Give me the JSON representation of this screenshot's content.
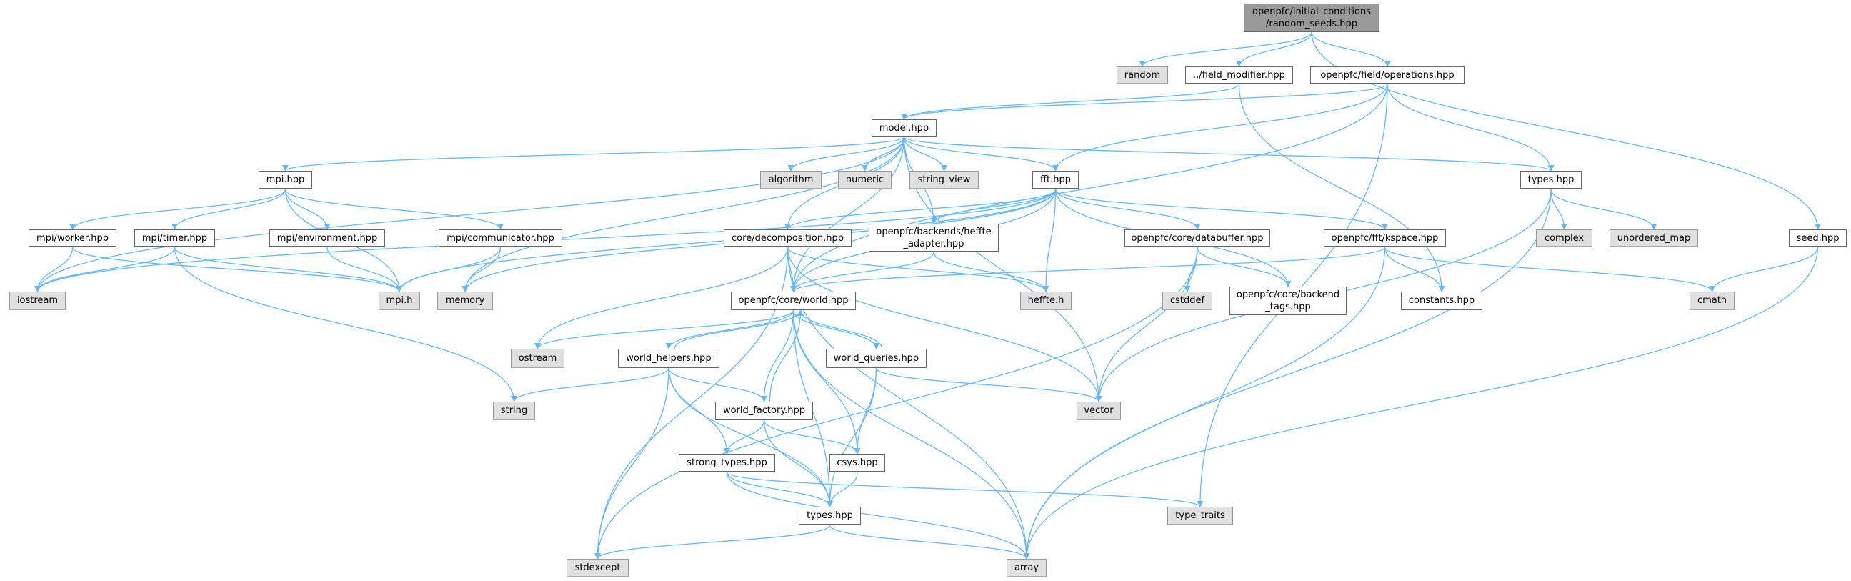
{
  "title": "openpfc/initial_conditions/random_seeds.hpp include dependency graph",
  "colors": {
    "edge": "#63b8ff",
    "root_fill": "#999999",
    "external_fill": "#e0e0e0",
    "local_fill": "#ffffff"
  },
  "nodes": [
    {
      "id": "root",
      "label": "openpfc/initial_conditions\n/random_seeds.hpp",
      "kind": "root"
    },
    {
      "id": "random",
      "label": "random",
      "kind": "external"
    },
    {
      "id": "field_modifier",
      "label": "../field_modifier.hpp",
      "kind": "local"
    },
    {
      "id": "operations",
      "label": "openpfc/field/operations.hpp",
      "kind": "local"
    },
    {
      "id": "model",
      "label": "model.hpp",
      "kind": "local"
    },
    {
      "id": "mpi_hpp",
      "label": "mpi.hpp",
      "kind": "local"
    },
    {
      "id": "algorithm",
      "label": "algorithm",
      "kind": "external"
    },
    {
      "id": "numeric",
      "label": "numeric",
      "kind": "external"
    },
    {
      "id": "string_view",
      "label": "string_view",
      "kind": "external"
    },
    {
      "id": "fft",
      "label": "fft.hpp",
      "kind": "local"
    },
    {
      "id": "types_top",
      "label": "types.hpp",
      "kind": "local"
    },
    {
      "id": "seed",
      "label": "seed.hpp",
      "kind": "local"
    },
    {
      "id": "worker",
      "label": "mpi/worker.hpp",
      "kind": "local"
    },
    {
      "id": "timer",
      "label": "mpi/timer.hpp",
      "kind": "local"
    },
    {
      "id": "environment",
      "label": "mpi/environment.hpp",
      "kind": "local"
    },
    {
      "id": "communicator",
      "label": "mpi/communicator.hpp",
      "kind": "local"
    },
    {
      "id": "decomposition",
      "label": "core/decomposition.hpp",
      "kind": "local"
    },
    {
      "id": "heffte_adapter",
      "label": "openpfc/backends/heffte\n_adapter.hpp",
      "kind": "local"
    },
    {
      "id": "databuffer",
      "label": "openpfc/core/databuffer.hpp",
      "kind": "local"
    },
    {
      "id": "kspace",
      "label": "openpfc/fft/kspace.hpp",
      "kind": "local"
    },
    {
      "id": "complex",
      "label": "complex",
      "kind": "external"
    },
    {
      "id": "unordered_map",
      "label": "unordered_map",
      "kind": "external"
    },
    {
      "id": "iostream",
      "label": "iostream",
      "kind": "external"
    },
    {
      "id": "mpi_h",
      "label": "mpi.h",
      "kind": "external"
    },
    {
      "id": "memory",
      "label": "memory",
      "kind": "external"
    },
    {
      "id": "world",
      "label": "openpfc/core/world.hpp",
      "kind": "local"
    },
    {
      "id": "heffte_h",
      "label": "heffte.h",
      "kind": "external"
    },
    {
      "id": "cstddef",
      "label": "cstddef",
      "kind": "external"
    },
    {
      "id": "backend_tags",
      "label": "openpfc/core/backend\n_tags.hpp",
      "kind": "local"
    },
    {
      "id": "constants",
      "label": "constants.hpp",
      "kind": "local"
    },
    {
      "id": "cmath",
      "label": "cmath",
      "kind": "external"
    },
    {
      "id": "ostream",
      "label": "ostream",
      "kind": "external"
    },
    {
      "id": "world_helpers",
      "label": "world_helpers.hpp",
      "kind": "local"
    },
    {
      "id": "world_queries",
      "label": "world_queries.hpp",
      "kind": "local"
    },
    {
      "id": "string",
      "label": "string",
      "kind": "external"
    },
    {
      "id": "world_factory",
      "label": "world_factory.hpp",
      "kind": "local"
    },
    {
      "id": "vector",
      "label": "vector",
      "kind": "external"
    },
    {
      "id": "strong_types",
      "label": "strong_types.hpp",
      "kind": "local"
    },
    {
      "id": "csys",
      "label": "csys.hpp",
      "kind": "local"
    },
    {
      "id": "types_bot",
      "label": "types.hpp",
      "kind": "local"
    },
    {
      "id": "type_traits",
      "label": "type_traits",
      "kind": "external"
    },
    {
      "id": "stdexcept",
      "label": "stdexcept",
      "kind": "external"
    },
    {
      "id": "array",
      "label": "array",
      "kind": "external"
    }
  ],
  "edges": [
    [
      "root",
      "random"
    ],
    [
      "root",
      "field_modifier"
    ],
    [
      "root",
      "operations"
    ],
    [
      "root",
      "seed"
    ],
    [
      "field_modifier",
      "model"
    ],
    [
      "field_modifier",
      "constants"
    ],
    [
      "operations",
      "model"
    ],
    [
      "operations",
      "world"
    ],
    [
      "operations",
      "fft"
    ],
    [
      "operations",
      "types_top"
    ],
    [
      "operations",
      "type_traits"
    ],
    [
      "model",
      "mpi_hpp"
    ],
    [
      "model",
      "iostream"
    ],
    [
      "model",
      "memory"
    ],
    [
      "model",
      "algorithm"
    ],
    [
      "model",
      "numeric"
    ],
    [
      "model",
      "string_view"
    ],
    [
      "model",
      "fft"
    ],
    [
      "model",
      "types_top"
    ],
    [
      "model",
      "decomposition"
    ],
    [
      "model",
      "heffte_adapter"
    ],
    [
      "model",
      "world"
    ],
    [
      "model",
      "vector"
    ],
    [
      "mpi_hpp",
      "worker"
    ],
    [
      "mpi_hpp",
      "timer"
    ],
    [
      "mpi_hpp",
      "environment"
    ],
    [
      "mpi_hpp",
      "communicator"
    ],
    [
      "mpi_hpp",
      "mpi_h"
    ],
    [
      "fft",
      "iostream"
    ],
    [
      "fft",
      "mpi_h"
    ],
    [
      "fft",
      "memory"
    ],
    [
      "fft",
      "decomposition"
    ],
    [
      "fft",
      "heffte_adapter"
    ],
    [
      "fft",
      "databuffer"
    ],
    [
      "fft",
      "kspace"
    ],
    [
      "fft",
      "heffte_h"
    ],
    [
      "fft",
      "world"
    ],
    [
      "fft",
      "backend_tags"
    ],
    [
      "types_top",
      "complex"
    ],
    [
      "types_top",
      "unordered_map"
    ],
    [
      "types_top",
      "vector"
    ],
    [
      "types_top",
      "array"
    ],
    [
      "seed",
      "cmath"
    ],
    [
      "seed",
      "array"
    ],
    [
      "worker",
      "iostream"
    ],
    [
      "worker",
      "mpi_h"
    ],
    [
      "timer",
      "iostream"
    ],
    [
      "timer",
      "mpi_h"
    ],
    [
      "timer",
      "string"
    ],
    [
      "environment",
      "mpi_h"
    ],
    [
      "communicator",
      "mpi_h"
    ],
    [
      "communicator",
      "memory"
    ],
    [
      "decomposition",
      "world"
    ],
    [
      "decomposition",
      "heffte_h"
    ],
    [
      "decomposition",
      "vector"
    ],
    [
      "decomposition",
      "array"
    ],
    [
      "decomposition",
      "ostream"
    ],
    [
      "decomposition",
      "stdexcept"
    ],
    [
      "heffte_adapter",
      "world"
    ],
    [
      "heffte_adapter",
      "heffte_h"
    ],
    [
      "databuffer",
      "cstddef"
    ],
    [
      "databuffer",
      "backend_tags"
    ],
    [
      "databuffer",
      "vector"
    ],
    [
      "databuffer",
      "stdexcept"
    ],
    [
      "kspace",
      "constants"
    ],
    [
      "kspace",
      "cmath"
    ],
    [
      "kspace",
      "world"
    ],
    [
      "kspace",
      "array"
    ],
    [
      "world",
      "ostream"
    ],
    [
      "world",
      "world_helpers"
    ],
    [
      "world",
      "world_factory"
    ],
    [
      "world",
      "world_queries"
    ],
    [
      "world",
      "csys"
    ],
    [
      "world",
      "types_bot"
    ],
    [
      "world",
      "array"
    ],
    [
      "world_helpers",
      "world"
    ],
    [
      "world_helpers",
      "string"
    ],
    [
      "world_helpers",
      "world_factory"
    ],
    [
      "world_helpers",
      "strong_types"
    ],
    [
      "world_helpers",
      "types_bot"
    ],
    [
      "world_helpers",
      "stdexcept"
    ],
    [
      "world_queries",
      "world"
    ],
    [
      "world_queries",
      "csys"
    ],
    [
      "world_queries",
      "types_bot"
    ],
    [
      "world_queries",
      "vector"
    ],
    [
      "world_factory",
      "world"
    ],
    [
      "world_factory",
      "strong_types"
    ],
    [
      "world_factory",
      "csys"
    ],
    [
      "world_factory",
      "types_bot"
    ],
    [
      "strong_types",
      "types_bot"
    ],
    [
      "strong_types",
      "array"
    ],
    [
      "strong_types",
      "type_traits"
    ],
    [
      "csys",
      "types_bot"
    ],
    [
      "types_bot",
      "stdexcept"
    ],
    [
      "types_bot",
      "array"
    ]
  ]
}
